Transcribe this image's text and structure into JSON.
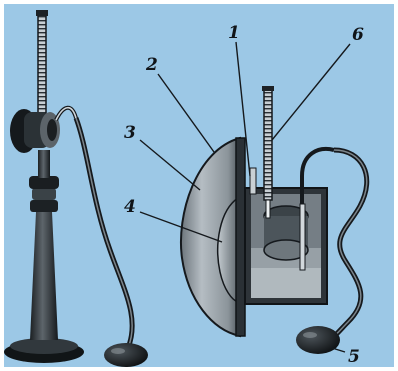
{
  "diagram": {
    "labels": [
      {
        "id": "1",
        "text": "1"
      },
      {
        "id": "2",
        "text": "2"
      },
      {
        "id": "3",
        "text": "3"
      },
      {
        "id": "4",
        "text": "4"
      },
      {
        "id": "5",
        "text": "5"
      },
      {
        "id": "6",
        "text": "6"
      }
    ]
  },
  "colors": {
    "background": "#9cc8e6",
    "frame": "#ffffff",
    "ink": "#15191d",
    "hemisphere_light": "#aeb6bc",
    "hemisphere_dark": "#3e454b",
    "vessel_interior": "#8f979d"
  }
}
